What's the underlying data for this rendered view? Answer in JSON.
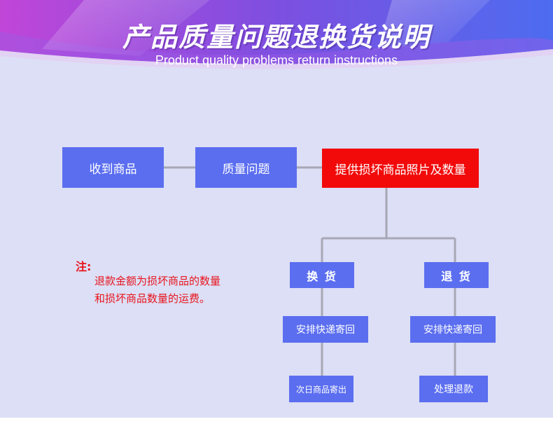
{
  "header": {
    "title": "产品质量问题退换货说明",
    "subtitle": "Product quality problems return instructions"
  },
  "flow": {
    "receive": "收到商品",
    "quality": "质量问题",
    "provide_photos": "提供损坏商品照片及数量",
    "exchange": "换 货",
    "return": "退 货",
    "exchange_courier": "安排快递寄回",
    "return_courier": "安排快递寄回",
    "next_day_ship": "次日商品寄出",
    "process_refund": "处理退款"
  },
  "note": {
    "label": "注:",
    "line1": "退款金额为损坏商品的数量",
    "line2": "和损坏商品数量的运费。"
  },
  "colors": {
    "background": "#dcdff5",
    "box_blue": "#5b6ef0",
    "box_red": "#f20a0a",
    "connector": "#a7a7b5",
    "note_red": "#e8141e",
    "header_purple": "#6a3fd8",
    "header_magenta": "#c044d6"
  }
}
